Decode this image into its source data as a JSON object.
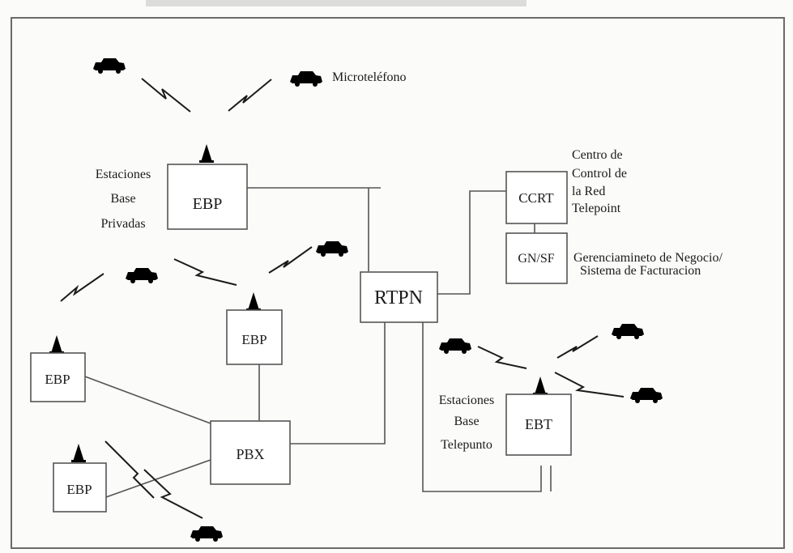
{
  "boxes": {
    "ebp_top": "EBP",
    "ebp_mid": "EBP",
    "ebp_left": "EBP",
    "ebp_bottom": "EBP",
    "rtpn": "RTPN",
    "ccrt": "CCRT",
    "gnsf": "GN/SF",
    "pbx": "PBX",
    "ebt": "EBT"
  },
  "labels": {
    "microtelefono": "Microteléfono",
    "ebp_group": [
      "Estaciones",
      "Base",
      "Privadas"
    ],
    "ccrt_desc": [
      "Centro de",
      "Control de",
      "la Red",
      "Telepoint"
    ],
    "gnsf_desc": [
      "Gerenciamineto de Negocio/",
      "Sistema de Facturacion"
    ],
    "ebt_group": [
      "Estaciones",
      "Base",
      "Telepunto"
    ]
  }
}
